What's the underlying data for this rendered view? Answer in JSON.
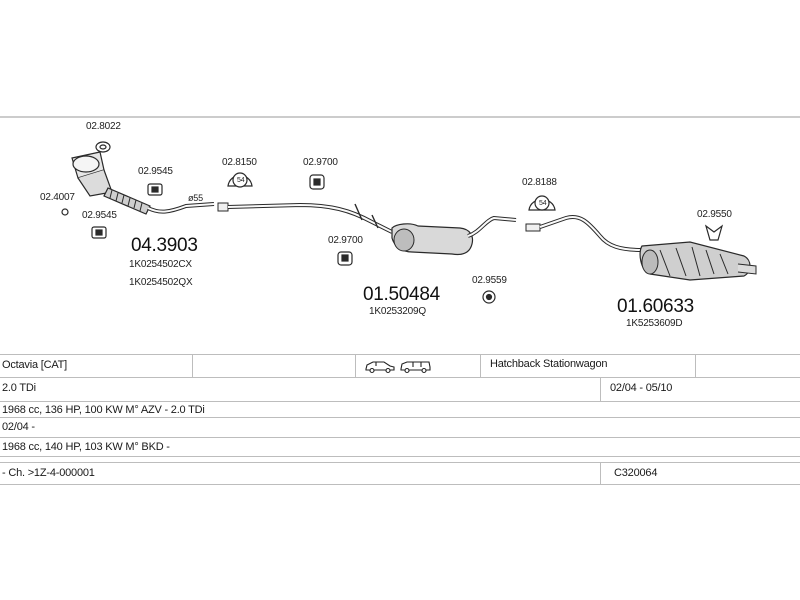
{
  "parts": {
    "p028022": "02.8022",
    "p024007": "02.4007",
    "p029545a": "02.9545",
    "p029545b": "02.9545",
    "p028150": "02.8150",
    "p029700a": "02.9700",
    "p029700b": "02.9700",
    "p029559": "02.9559",
    "p028188": "02.8188",
    "p029550": "02.9550",
    "pipe_dia": "ø55",
    "clamp_54a": "54",
    "clamp_54b": "54"
  },
  "assemblies": {
    "front": {
      "number": "04.3903",
      "oem": [
        "1K0254502CX",
        "1K0254502QX"
      ]
    },
    "middle": {
      "number": "01.50484",
      "oem": [
        "1K0253209Q"
      ]
    },
    "rear": {
      "number": "01.60633",
      "oem": [
        "1K5253609D"
      ]
    }
  },
  "vehicle_table": {
    "model": "Octavia  [CAT]",
    "body_types": "Hatchback Stationwagon",
    "engine": "2.0 TDi",
    "period": "02/04 - 05/10",
    "spec1": "1968 cc, 136 HP, 100 KW M° AZV - 2.0 TDi",
    "from_date": "02/04 -",
    "spec2": "1968 cc, 140 HP, 103 KW M° BKD -",
    "chassis": "- Ch. >1Z-4-000001",
    "code": "C320064"
  },
  "icons": {
    "hatchback": "hatchback-car-icon",
    "stationwagon": "stationwagon-car-icon"
  }
}
